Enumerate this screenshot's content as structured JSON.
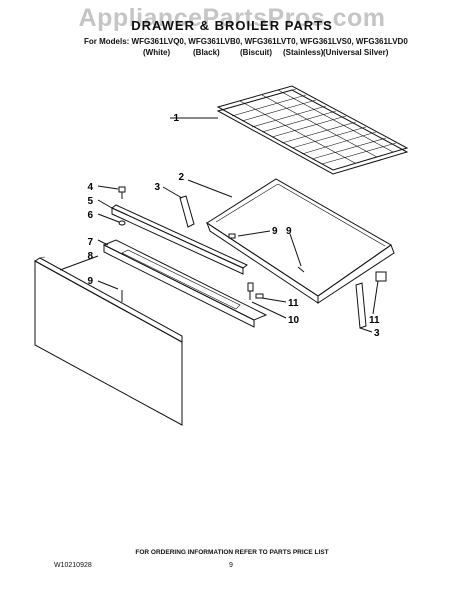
{
  "header": {
    "watermark": "AppliancePartsPros.com",
    "title": "DRAWER & BROILER PARTS",
    "models": "For Models: WFG361LVQ0, WFG361LVB0, WFG361LVT0, WFG361LVS0, WFG361LVD0",
    "colors": [
      "(White)",
      "(Black)",
      "(Biscuit)",
      "(Stainless)",
      "(Universal Silver)"
    ]
  },
  "callouts": [
    "1",
    "2",
    "3",
    "4",
    "5",
    "6",
    "7",
    "8",
    "9",
    "9",
    "9",
    "11",
    "10",
    "11",
    "3"
  ],
  "footer": {
    "ordering_note": "FOR ORDERING INFORMATION REFER TO PARTS PRICE LIST",
    "doc_number": "W10210928",
    "page_number": "9"
  }
}
